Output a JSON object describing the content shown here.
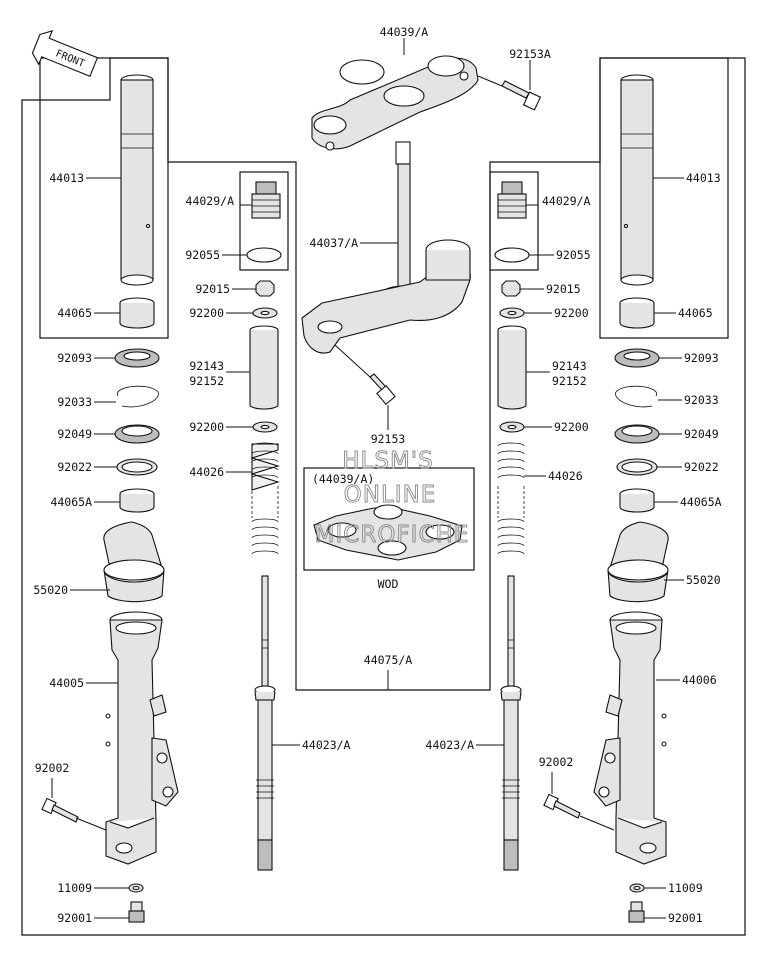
{
  "front_label": "FRONT",
  "watermark": [
    "HLSM'S",
    "ONLINE",
    "MICROFICHE"
  ],
  "inset": {
    "ref_label": "(44039/A)",
    "caption": "WOD"
  },
  "callouts": {
    "p44039a_top": "44039/A",
    "p92153a": "92153A",
    "p44013_l": "44013",
    "p44013_r": "44013",
    "p44029a_l": "44029/A",
    "p44029a_r": "44029/A",
    "p92055_l": "92055",
    "p92055_r": "92055",
    "p44037a": "44037/A",
    "p92015_l": "92015",
    "p92015_r": "92015",
    "p92200a_l": "92200",
    "p92200a_r": "92200",
    "p44065_l": "44065",
    "p44065_r": "44065",
    "p92093_l": "92093",
    "p92093_r": "92093",
    "p92143_l": "92143",
    "p92152_l": "92152",
    "p92143_r": "92143",
    "p92152_r": "92152",
    "p92033_l": "92033",
    "p92033_r": "92033",
    "p92153": "92153",
    "p92049_l": "92049",
    "p92049_r": "92049",
    "p92200b_l": "92200",
    "p92200b_r": "92200",
    "p92022_l": "92022",
    "p92022_r": "92022",
    "p44026_l": "44026",
    "p44026_r": "44026",
    "p44065a_l": "44065A",
    "p44065a_r": "44065A",
    "p55020_l": "55020",
    "p55020_r": "55020",
    "p44075a": "44075/A",
    "p44005": "44005",
    "p44006": "44006",
    "p44023a_l": "44023/A",
    "p44023a_r": "44023/A",
    "p92002_l": "92002",
    "p92002_r": "92002",
    "p11009_l": "11009",
    "p11009_r": "11009",
    "p92001_l": "92001",
    "p92001_r": "92001"
  }
}
